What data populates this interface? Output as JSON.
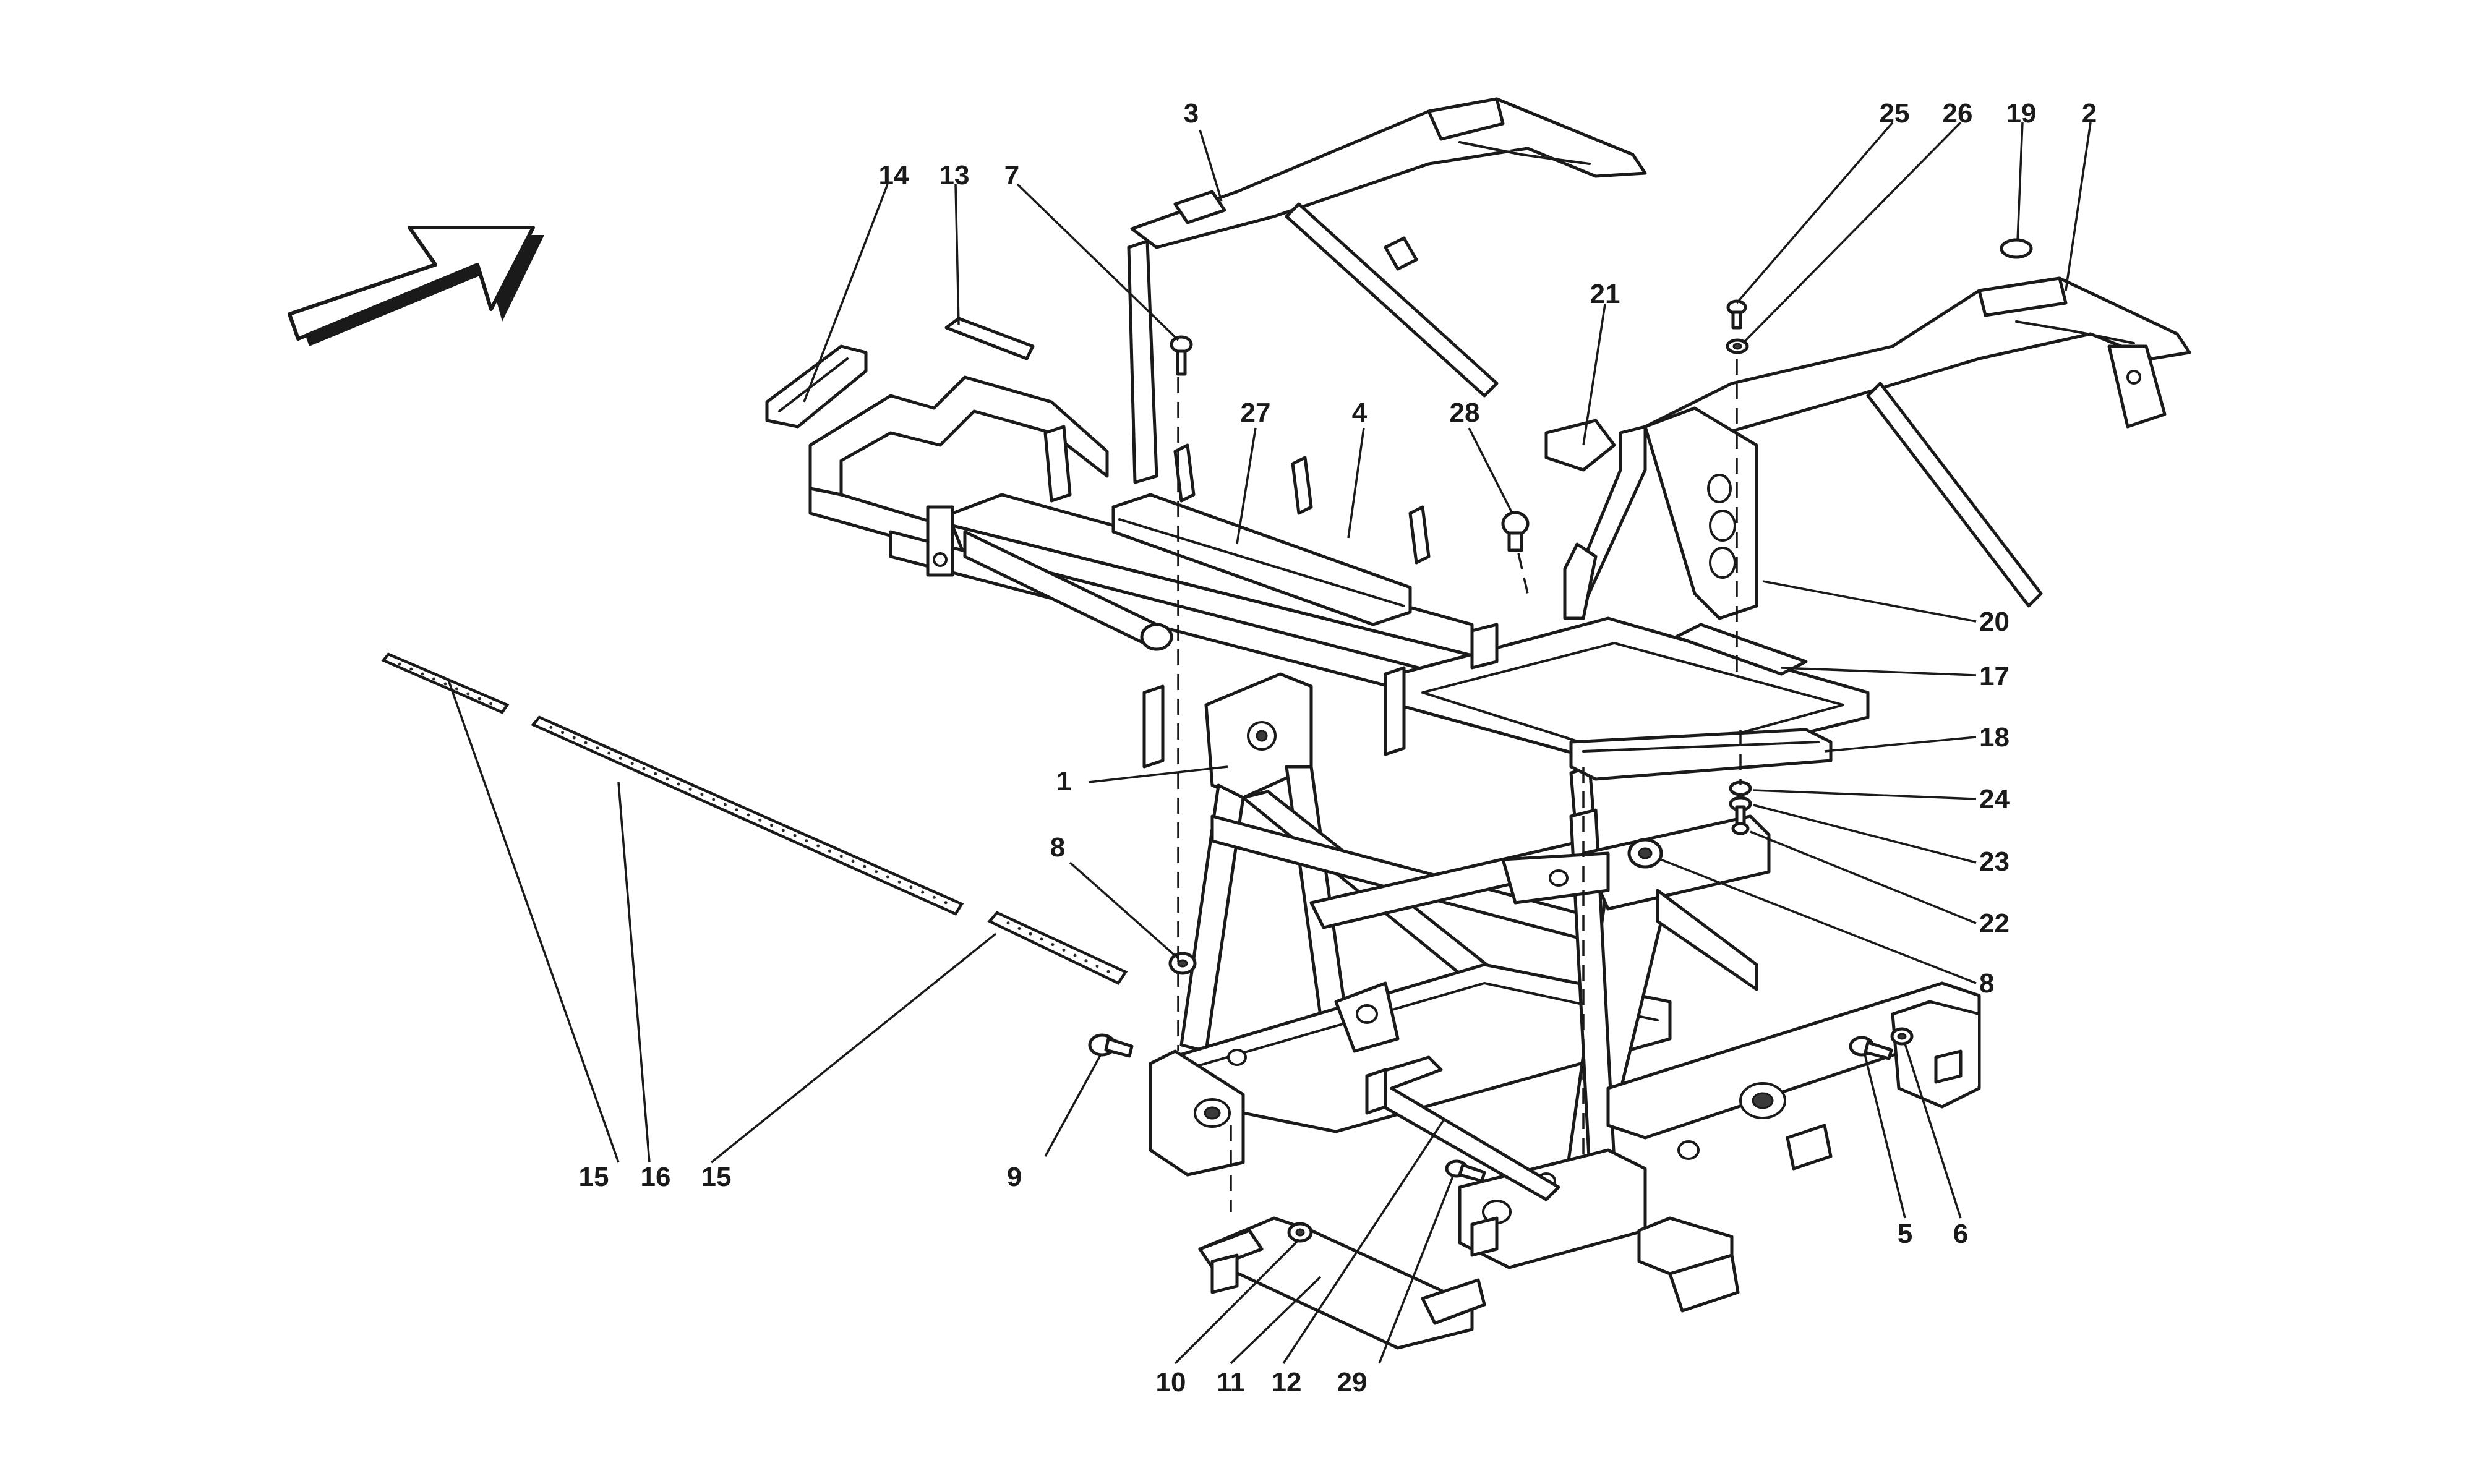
{
  "diagram": {
    "kind": "exploded-parts-view",
    "direction_arrow_icon": "direction-arrow",
    "callouts": [
      {
        "id": "c1",
        "label": "1"
      },
      {
        "id": "c2",
        "label": "2"
      },
      {
        "id": "c3",
        "label": "3"
      },
      {
        "id": "c4",
        "label": "4"
      },
      {
        "id": "c5",
        "label": "5"
      },
      {
        "id": "c6",
        "label": "6"
      },
      {
        "id": "c7",
        "label": "7"
      },
      {
        "id": "c8a",
        "label": "8"
      },
      {
        "id": "c8b",
        "label": "8"
      },
      {
        "id": "c9",
        "label": "9"
      },
      {
        "id": "c10",
        "label": "10"
      },
      {
        "id": "c11",
        "label": "11"
      },
      {
        "id": "c12",
        "label": "12"
      },
      {
        "id": "c13",
        "label": "13"
      },
      {
        "id": "c14",
        "label": "14"
      },
      {
        "id": "c15a",
        "label": "15"
      },
      {
        "id": "c15b",
        "label": "15"
      },
      {
        "id": "c16",
        "label": "16"
      },
      {
        "id": "c17",
        "label": "17"
      },
      {
        "id": "c18",
        "label": "18"
      },
      {
        "id": "c19",
        "label": "19"
      },
      {
        "id": "c20",
        "label": "20"
      },
      {
        "id": "c21",
        "label": "21"
      },
      {
        "id": "c22",
        "label": "22"
      },
      {
        "id": "c23",
        "label": "23"
      },
      {
        "id": "c24",
        "label": "24"
      },
      {
        "id": "c25",
        "label": "25"
      },
      {
        "id": "c26",
        "label": "26"
      },
      {
        "id": "c27",
        "label": "27"
      },
      {
        "id": "c28",
        "label": "28"
      },
      {
        "id": "c29",
        "label": "29"
      }
    ]
  }
}
